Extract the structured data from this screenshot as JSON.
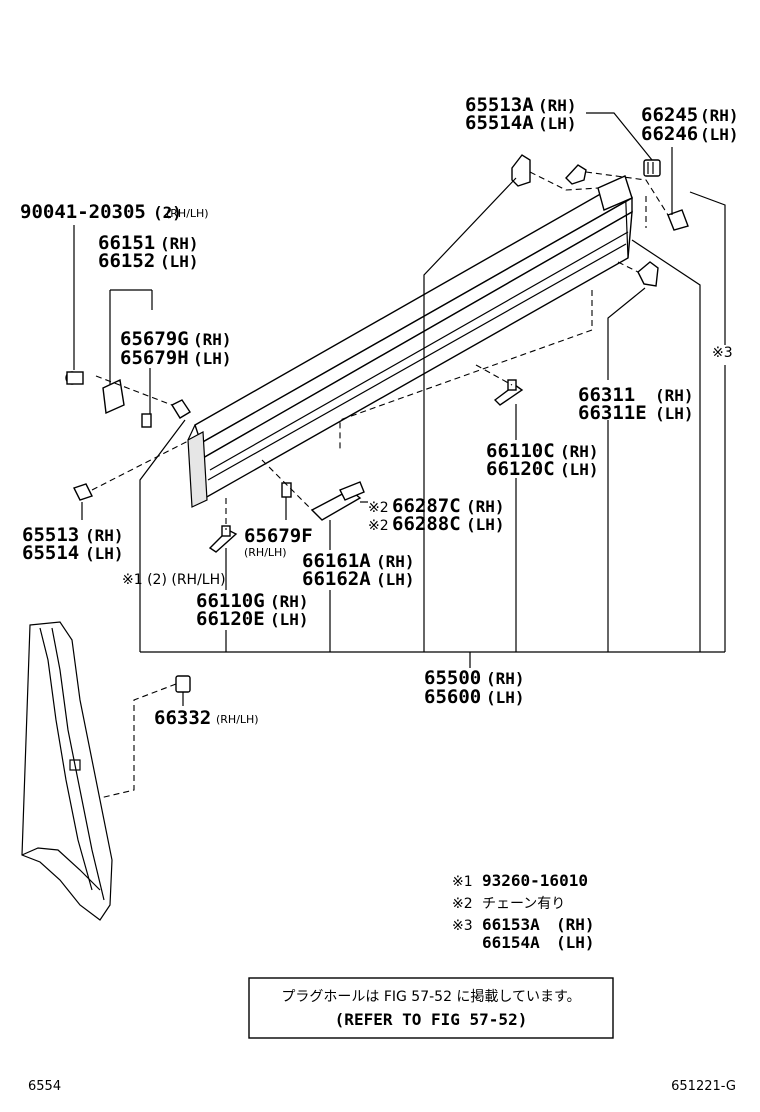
{
  "labels": {
    "p65513A": "65513A",
    "p65513A_sfx": "(RH)",
    "p65514A": "65514A",
    "p65514A_sfx": "(LH)",
    "p66245": "66245",
    "p66245_sfx": "(RH)",
    "p66246": "66246",
    "p66246_sfx": "(LH)",
    "p90041": "90041-20305",
    "p90041_qty": "(2)",
    "p90041_sfx": "(RH/LH)",
    "p66151": "66151",
    "p66151_sfx": "(RH)",
    "p66152": "66152",
    "p66152_sfx": "(LH)",
    "p65679G": "65679G",
    "p65679G_sfx": "(RH)",
    "p65679H": "65679H",
    "p65679H_sfx": "(LH)",
    "mark3_side": "※3",
    "p66311": "66311",
    "p66311_sfx": "(RH)",
    "p66311E": "66311E",
    "p66311E_sfx": "(LH)",
    "p66110C": "66110C",
    "p66110C_sfx": "(RH)",
    "p66120C": "66120C",
    "p66120C_sfx": "(LH)",
    "p65513": "65513",
    "p65513_sfx": "(RH)",
    "p65514": "65514",
    "p65514_sfx": "(LH)",
    "mark2a": "※2",
    "p66287C": "66287C",
    "p66287C_sfx": "(RH)",
    "mark2b": "※2",
    "p66288C": "66288C",
    "p66288C_sfx": "(LH)",
    "p65679F": "65679F",
    "p65679F_sfx": "(RH/LH)",
    "mark1_side": "※1 (2) (RH/LH)",
    "p66161A": "66161A",
    "p66161A_sfx": "(RH)",
    "p66162A": "66162A",
    "p66162A_sfx": "(LH)",
    "p66110G": "66110G",
    "p66110G_sfx": "(RH)",
    "p66120E": "66120E",
    "p66120E_sfx": "(LH)",
    "p65500": "65500",
    "p65500_sfx": "(RH)",
    "p65600": "65600",
    "p65600_sfx": "(LH)",
    "p66332": "66332",
    "p66332_sfx": "(RH/LH)"
  },
  "notes": {
    "n1_mark": "※1",
    "n1_text": "93260-16010",
    "n2_mark": "※2",
    "n2_text": "チェーン有り",
    "n3_mark": "※3",
    "n3_text1": "66153A",
    "n3_sfx1": "(RH)",
    "n3_text2": "66154A",
    "n3_sfx2": "(LH)"
  },
  "refbox": {
    "line1": "プラグホールは FIG 57-52 に掲載しています。",
    "line2": "(REFER TO FIG 57-52)"
  },
  "footer": {
    "left": "6554",
    "right": "651221-G"
  }
}
